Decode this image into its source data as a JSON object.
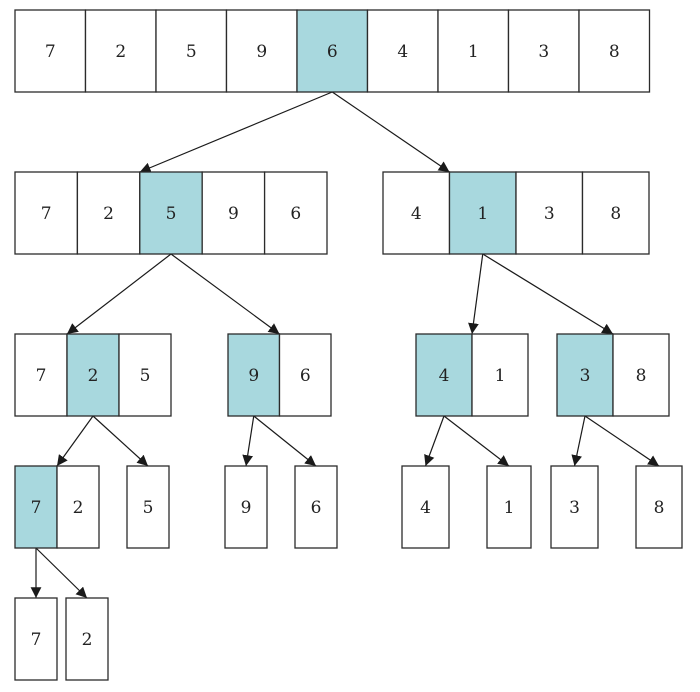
{
  "colors": {
    "pivot": "#a8d8de",
    "cell": "#ffffff",
    "border": "#2b2b2b"
  },
  "arrays": [
    {
      "id": "a0",
      "cells": [
        "7",
        "2",
        "5",
        "9",
        "6",
        "4",
        "1",
        "3",
        "8"
      ],
      "pivot": 4
    },
    {
      "id": "a1",
      "cells": [
        "7",
        "2",
        "5",
        "9",
        "6"
      ],
      "pivot": 2
    },
    {
      "id": "a2",
      "cells": [
        "4",
        "1",
        "3",
        "8"
      ],
      "pivot": 1
    },
    {
      "id": "a3",
      "cells": [
        "7",
        "2",
        "5"
      ],
      "pivot": 1
    },
    {
      "id": "a4",
      "cells": [
        "9",
        "6"
      ],
      "pivot": 0
    },
    {
      "id": "a5",
      "cells": [
        "4",
        "1"
      ],
      "pivot": 0
    },
    {
      "id": "a6",
      "cells": [
        "3",
        "8"
      ],
      "pivot": 0
    },
    {
      "id": "a7",
      "cells": [
        "7",
        "2"
      ],
      "pivot": 0
    },
    {
      "id": "a8",
      "cells": [
        "5"
      ],
      "pivot": -1
    },
    {
      "id": "a9",
      "cells": [
        "9"
      ],
      "pivot": -1
    },
    {
      "id": "a10",
      "cells": [
        "6"
      ],
      "pivot": -1
    },
    {
      "id": "a11",
      "cells": [
        "4"
      ],
      "pivot": -1
    },
    {
      "id": "a12",
      "cells": [
        "1"
      ],
      "pivot": -1
    },
    {
      "id": "a13",
      "cells": [
        "3"
      ],
      "pivot": -1
    },
    {
      "id": "a14",
      "cells": [
        "8"
      ],
      "pivot": -1
    },
    {
      "id": "a15",
      "cells": [
        "7"
      ],
      "pivot": -1
    },
    {
      "id": "a16",
      "cells": [
        "2"
      ],
      "pivot": -1
    }
  ],
  "edges": [
    {
      "from": "a0",
      "to": "a1"
    },
    {
      "from": "a0",
      "to": "a2"
    },
    {
      "from": "a1",
      "to": "a3"
    },
    {
      "from": "a1",
      "to": "a4"
    },
    {
      "from": "a2",
      "to": "a5"
    },
    {
      "from": "a2",
      "to": "a6"
    },
    {
      "from": "a3",
      "to": "a7"
    },
    {
      "from": "a3",
      "to": "a8"
    },
    {
      "from": "a4",
      "to": "a9"
    },
    {
      "from": "a4",
      "to": "a10"
    },
    {
      "from": "a5",
      "to": "a11"
    },
    {
      "from": "a5",
      "to": "a12"
    },
    {
      "from": "a6",
      "to": "a13"
    },
    {
      "from": "a6",
      "to": "a14"
    },
    {
      "from": "a7",
      "to": "a15"
    },
    {
      "from": "a7",
      "to": "a16"
    }
  ]
}
